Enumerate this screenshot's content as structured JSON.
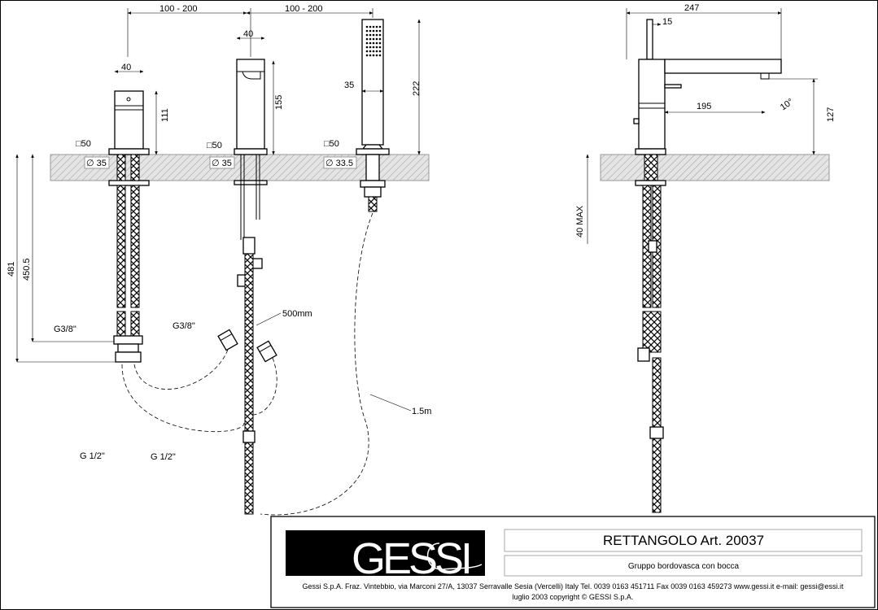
{
  "drawing": {
    "dims": {
      "spacing_left": "100 - 200",
      "spacing_right": "100 - 200",
      "valve_width": "40",
      "spout_width": "40",
      "valve_height": "111",
      "spout_height": "155",
      "shower_height": "222",
      "shower_width": "35",
      "valve_base": "50",
      "spout_base": "50",
      "shower_base": "50",
      "valve_hole": "35",
      "spout_hole": "35",
      "shower_hole": "33.5",
      "total_depth": "481",
      "hose_depth": "450.5",
      "conn_left": "G3/8\"",
      "conn_right": "G3/8\"",
      "inlet_left": "G 1/2\"",
      "inlet_right": "G 1/2\"",
      "hose_short": "500mm",
      "hose_long": "1.5m",
      "spout_reach": "247",
      "spout_thickness": "15",
      "lever_reach": "195",
      "angle": "10°",
      "side_height": "127",
      "deck_max": "40 MAX"
    }
  },
  "title_block": {
    "logo": "GESSI",
    "product": "RETTANGOLO  Art. 20037",
    "description": "Gruppo bordovasca con bocca",
    "address": "Gessi S.p.A. Fraz. Vintebbio, via Marconi 27/A, 13037 Serravalle Sesia  (Vercelli) Italy Tel. 0039 0163 451711 Fax 0039 0163 459273 www.gessi.it  e-mail: gessi@essi.it",
    "copyright": "luglio 2003 copyright © GESSI S.p.A."
  }
}
